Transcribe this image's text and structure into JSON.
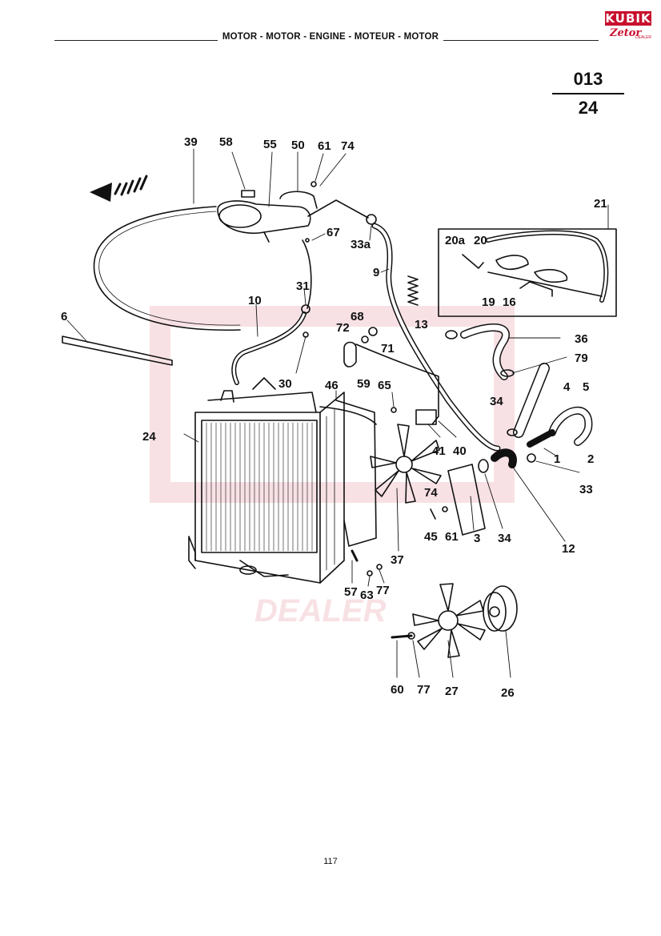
{
  "header": {
    "title": "MOTOR - MOTOR - ENGINE - MOTEUR - MOTOR"
  },
  "logo": {
    "brand_top": "KUBIK",
    "brand_bottom": "Zetor",
    "brand_sub": "DEALER",
    "colors": {
      "primary": "#c8102e"
    }
  },
  "section_code": {
    "group": "013",
    "sheet": "24"
  },
  "watermark": {
    "text": "DEALER",
    "brand": "KUBIK",
    "color": "#f3c9cf"
  },
  "diagram": {
    "labels": {
      "p39": "39",
      "p58": "58",
      "p55": "55",
      "p50": "50",
      "p61a": "61",
      "p74a": "74",
      "p21": "21",
      "p20a": "20a",
      "p20": "20",
      "p19": "19",
      "p16": "16",
      "p67": "67",
      "p33a": "33a",
      "p9": "9",
      "p31": "31",
      "p10": "10",
      "p13": "13",
      "p6": "6",
      "p68": "68",
      "p72": "72",
      "p71": "71",
      "p36": "36",
      "p79": "79",
      "p30": "30",
      "p59": "59",
      "p65": "65",
      "p46": "46",
      "p34a": "34",
      "p4": "4",
      "p5": "5",
      "p24": "24",
      "p41": "41",
      "p40": "40",
      "p1": "1",
      "p2": "2",
      "p33": "33",
      "p74b": "74",
      "p45": "45",
      "p61b": "61",
      "p3": "3",
      "p34b": "34",
      "p12": "12",
      "p37": "37",
      "p57": "57",
      "p63": "63",
      "p77a": "77",
      "p60": "60",
      "p77b": "77",
      "p27": "27",
      "p26": "26"
    }
  },
  "footer": {
    "page_number": "117"
  }
}
